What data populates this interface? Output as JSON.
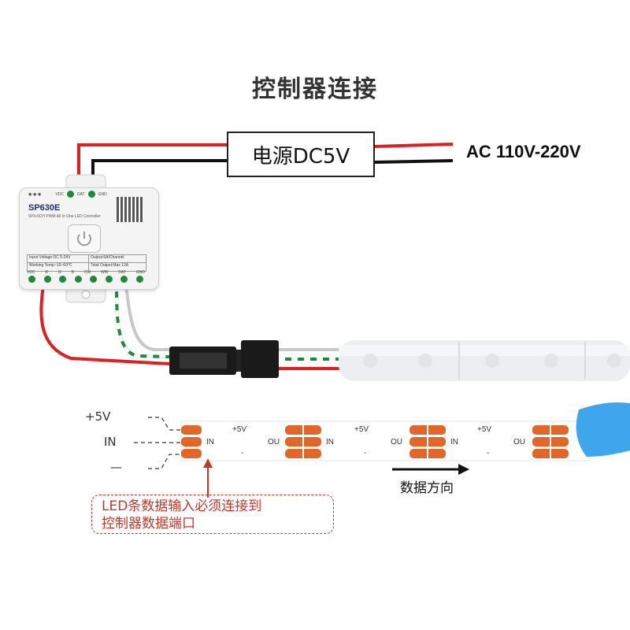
{
  "title": "控制器连接",
  "power_supply": {
    "label": "电源DC5V"
  },
  "mains": {
    "label": "AC 110V-220V"
  },
  "controller": {
    "model": "SP630E",
    "subtitle": "SPI+5CH PWM All In One LED Controller",
    "top_pins": [
      "VDC",
      "DAT",
      "GND"
    ],
    "spec_rows": [
      [
        "Input Voltage:DC 5-24V",
        "Output:6A/Channel"
      ],
      [
        "Working Temp:-10~60°C",
        "Total Output:Max 12A"
      ]
    ],
    "bottom_pins": [
      "VDC",
      "R",
      "G",
      "B",
      "CW",
      "WW",
      "DAT",
      "GND"
    ]
  },
  "strip_labels": {
    "plus": "+5V",
    "in": "IN",
    "minus": "—"
  },
  "pad_labels": {
    "plus": "+5V",
    "in": "IN",
    "out": "OU",
    "minus": "-"
  },
  "direction_label": "数据方向",
  "note": {
    "line1": "LED条数据输入必须连接到",
    "line2": "控制器数据端口"
  },
  "colors": {
    "red_wire": "#e02020",
    "green_wire": "#1f8a3a",
    "pad_orange": "#e0662a",
    "note_red": "#c0392b",
    "tape_blue": "#3fa6ee"
  }
}
